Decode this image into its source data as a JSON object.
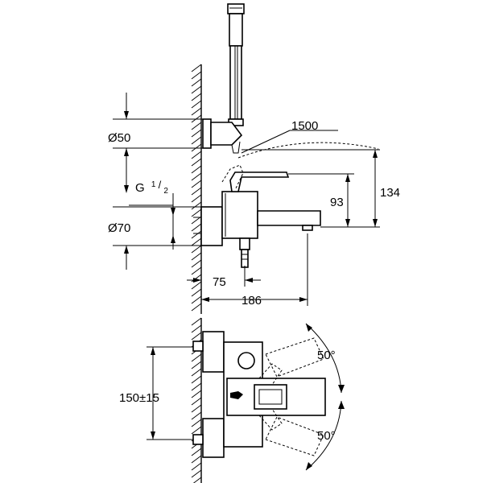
{
  "dimensions": {
    "hose_length": "1500",
    "holder_diameter": "Ø50",
    "connection_thread_base": "G",
    "connection_thread_sup": "1",
    "connection_thread_sub": "2",
    "rosette_diameter": "Ø70",
    "spout_height": "93",
    "lever_height": "134",
    "wall_to_outlet": "75",
    "spout_projection": "186",
    "center_distance": "150±15",
    "rotation_upper": "50°",
    "rotation_lower": "50°"
  },
  "colors": {
    "line": "#000000",
    "background": "#ffffff"
  }
}
